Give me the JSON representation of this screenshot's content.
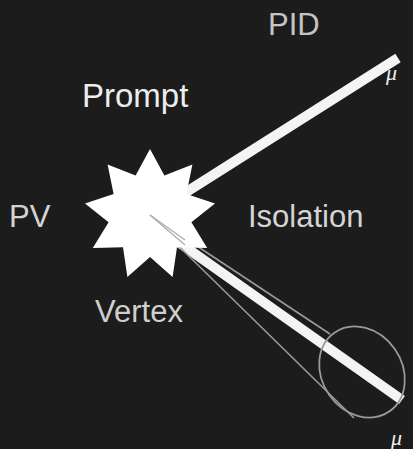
{
  "diagram": {
    "labels": [
      "PID",
      "Prompt",
      "PV",
      "Isolation",
      "Vertex",
      "μ",
      "μ"
    ]
  }
}
